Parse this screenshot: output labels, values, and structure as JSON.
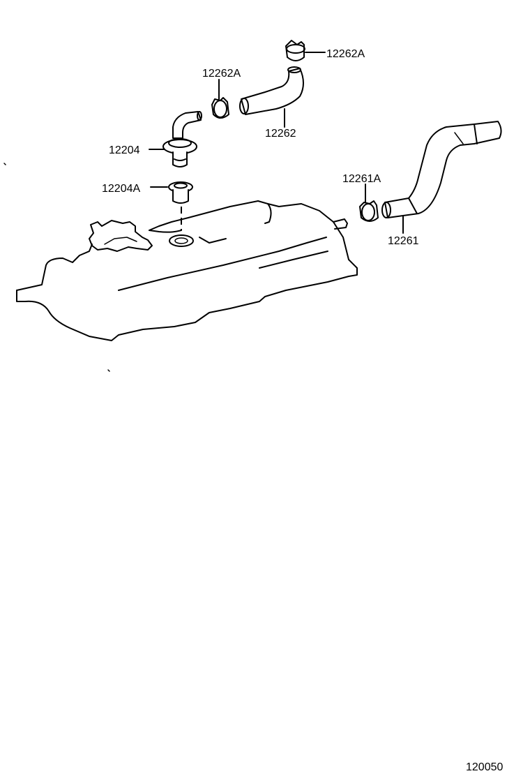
{
  "diagram": {
    "parts": [
      {
        "id": "clamp-top",
        "label": "12262A"
      },
      {
        "id": "clamp-left",
        "label": "12262A"
      },
      {
        "id": "hose-upper",
        "label": "12262"
      },
      {
        "id": "pcv-valve",
        "label": "12204"
      },
      {
        "id": "grommet",
        "label": "12204A"
      },
      {
        "id": "clamp-right",
        "label": "12261A"
      },
      {
        "id": "hose-lower",
        "label": "12261"
      }
    ],
    "figure_number": "120050"
  }
}
